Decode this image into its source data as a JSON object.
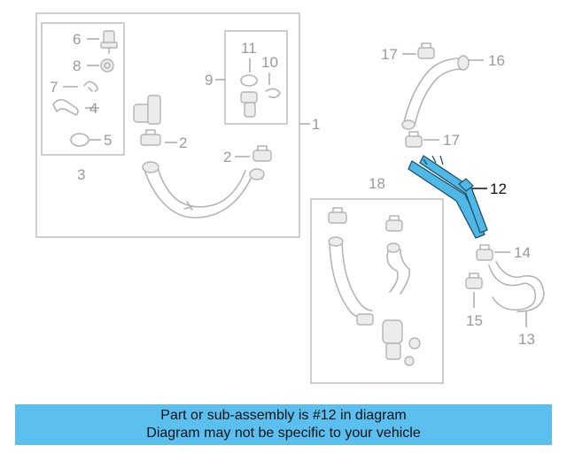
{
  "callouts": {
    "c1": "1",
    "c2a": "2",
    "c2b": "2",
    "c3": "3",
    "c4": "4",
    "c5": "5",
    "c6": "6",
    "c7": "7",
    "c8": "8",
    "c9": "9",
    "c10": "10",
    "c11": "11",
    "c12": "12",
    "c13": "13",
    "c14": "14",
    "c15": "15",
    "c16": "16",
    "c17a": "17",
    "c17b": "17",
    "c18": "18"
  },
  "highlight_part": "12",
  "colors": {
    "highlight": "#4fb8e6",
    "banner": "#5bc0f0",
    "line": "#b4b4b4"
  },
  "banner": {
    "line1": "Part or sub-assembly is #12 in diagram",
    "line2": "Diagram may not be specific to your vehicle"
  }
}
